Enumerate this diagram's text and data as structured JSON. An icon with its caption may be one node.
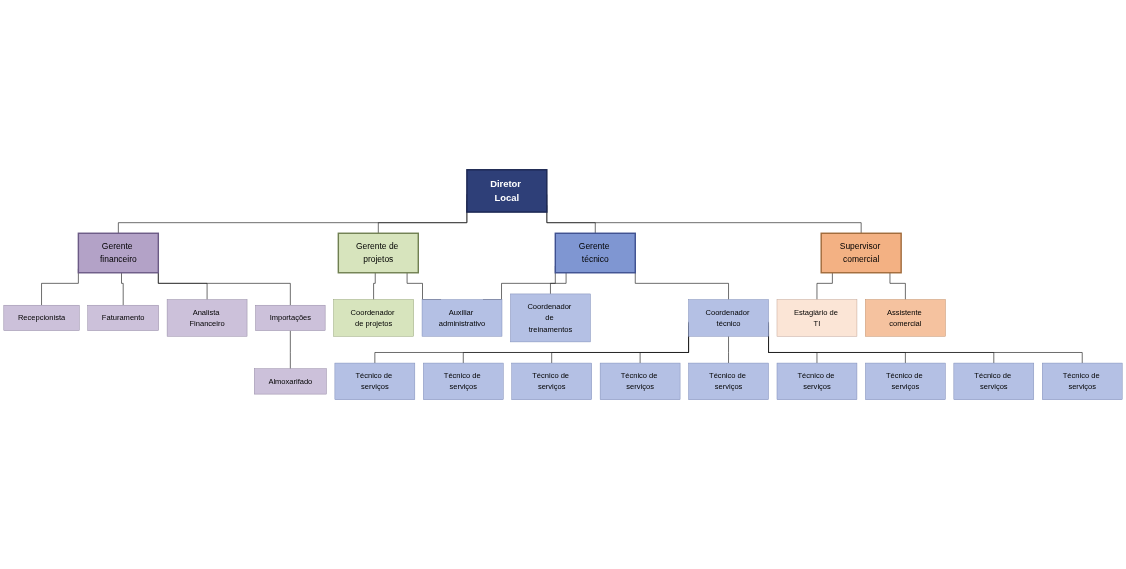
{
  "diagram": {
    "nodes": [
      {
        "text": [
          "Diretor Local"
        ]
      },
      {
        "text": [
          "Gerente de projetos"
        ]
      },
      {
        "text": [
          "Gerente técnico"
        ]
      },
      {
        "text": [
          "Gerente financeiro"
        ]
      },
      {
        "text": [
          "Supervisor comercial"
        ]
      },
      {
        "text": [
          "Auxiliar administrativo"
        ]
      },
      {
        "text": [
          "Recepcionista"
        ]
      },
      {
        "text": [
          "Faturamento"
        ]
      },
      {
        "text": [
          "Analista Financeiro"
        ]
      },
      {
        "text": [
          "Importações"
        ]
      },
      {
        "text": [
          "Coordenador de projetos"
        ]
      },
      {
        "text": [
          "Coordenador de treinamentos"
        ]
      },
      {
        "text": [
          "Coordenador técnico"
        ]
      },
      {
        "text": [
          "Almoxarifado"
        ]
      },
      {
        "text": [
          "Estagiário de TI"
        ]
      },
      {
        "text": [
          "Assistente comercial"
        ]
      },
      {
        "text": [
          "Técnico de serviços"
        ]
      },
      {
        "text": [
          "Técnico de serviços"
        ]
      },
      {
        "text": [
          "Técnico de serviços"
        ]
      },
      {
        "text": [
          "Técnico de serviços"
        ]
      },
      {
        "text": [
          "Técnico de serviços"
        ]
      },
      {
        "text": [
          "Técnico de serviços"
        ]
      },
      {
        "text": [
          "Técnico de serviços"
        ]
      },
      {
        "text": [
          "Técnico de serviços"
        ]
      },
      {
        "text": [
          "Técnico de serviços"
        ]
      }
    ],
    "edges": [
      {
        "from": 0,
        "to": 1,
        "arrow": "none"
      },
      {
        "from": 0,
        "to": 2,
        "arrow": "none"
      },
      {
        "from": 0,
        "to": 3,
        "arrow": "none"
      },
      {
        "from": 0,
        "to": 4,
        "arrow": "none"
      },
      {
        "from": 1,
        "to": 5,
        "arrow": "none"
      },
      {
        "from": 2,
        "to": 5,
        "arrow": "none"
      },
      {
        "from": 1,
        "to": 10,
        "arrow": "none"
      },
      {
        "from": 2,
        "to": 11,
        "arrow": "none"
      },
      {
        "from": 2,
        "to": 12,
        "arrow": "none"
      },
      {
        "from": 3,
        "to": 6,
        "arrow": "none"
      },
      {
        "from": 3,
        "to": 7,
        "arrow": "none"
      },
      {
        "from": 3,
        "to": 8,
        "arrow": "none"
      },
      {
        "from": 3,
        "to": 9,
        "arrow": "none"
      },
      {
        "from": 9,
        "to": 13,
        "arrow": "none"
      },
      {
        "from": 4,
        "to": 14,
        "arrow": "none"
      },
      {
        "from": 4,
        "to": 15,
        "arrow": "none"
      },
      {
        "from": 12,
        "to": 16,
        "arrow": "none"
      },
      {
        "from": 12,
        "to": 21,
        "arrow": "none"
      },
      {
        "from": 12,
        "to": 17,
        "arrow": "none"
      },
      {
        "from": 12,
        "to": 22,
        "arrow": "none"
      },
      {
        "from": 12,
        "to": 18,
        "arrow": "none"
      },
      {
        "from": 12,
        "to": 23,
        "arrow": "none"
      },
      {
        "from": 12,
        "to": 19,
        "arrow": "none"
      },
      {
        "from": 12,
        "to": 24,
        "arrow": "none"
      },
      {
        "from": 12,
        "to": 20,
        "arrow": "none"
      }
    ]
  }
}
